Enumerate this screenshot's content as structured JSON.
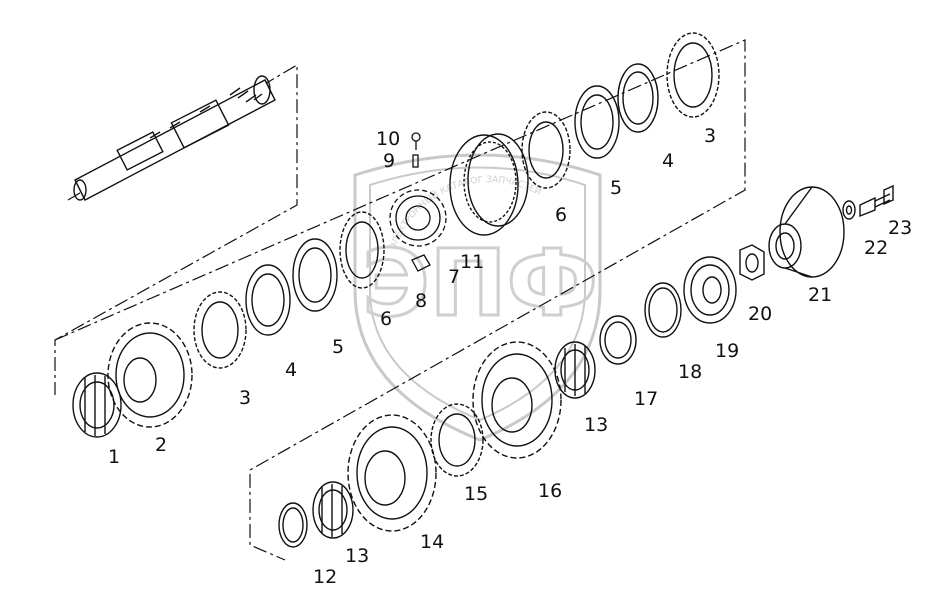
{
  "watermark": {
    "text": "ЭПФ",
    "ring_text": "ЭЛЕКТРОННЫЙ КАТАЛОГ ЗАПЧАСТЕЙ"
  },
  "callouts": [
    {
      "id": "callout-1",
      "text": "1"
    },
    {
      "id": "callout-2",
      "text": "2"
    },
    {
      "id": "callout-3a",
      "text": "3"
    },
    {
      "id": "callout-4a",
      "text": "4"
    },
    {
      "id": "callout-5a",
      "text": "5"
    },
    {
      "id": "callout-6a",
      "text": "6"
    },
    {
      "id": "callout-7",
      "text": "7"
    },
    {
      "id": "callout-8",
      "text": "8"
    },
    {
      "id": "callout-9",
      "text": "9"
    },
    {
      "id": "callout-10",
      "text": "10"
    },
    {
      "id": "callout-11",
      "text": "11"
    },
    {
      "id": "callout-6b",
      "text": "6"
    },
    {
      "id": "callout-5b",
      "text": "5"
    },
    {
      "id": "callout-4b",
      "text": "4"
    },
    {
      "id": "callout-3b",
      "text": "3"
    },
    {
      "id": "callout-12",
      "text": "12"
    },
    {
      "id": "callout-13a",
      "text": "13"
    },
    {
      "id": "callout-14",
      "text": "14"
    },
    {
      "id": "callout-15",
      "text": "15"
    },
    {
      "id": "callout-16",
      "text": "16"
    },
    {
      "id": "callout-13b",
      "text": "13"
    },
    {
      "id": "callout-17",
      "text": "17"
    },
    {
      "id": "callout-18",
      "text": "18"
    },
    {
      "id": "callout-19",
      "text": "19"
    },
    {
      "id": "callout-20",
      "text": "20"
    },
    {
      "id": "callout-21",
      "text": "21"
    },
    {
      "id": "callout-22",
      "text": "22"
    },
    {
      "id": "callout-23",
      "text": "23"
    }
  ]
}
